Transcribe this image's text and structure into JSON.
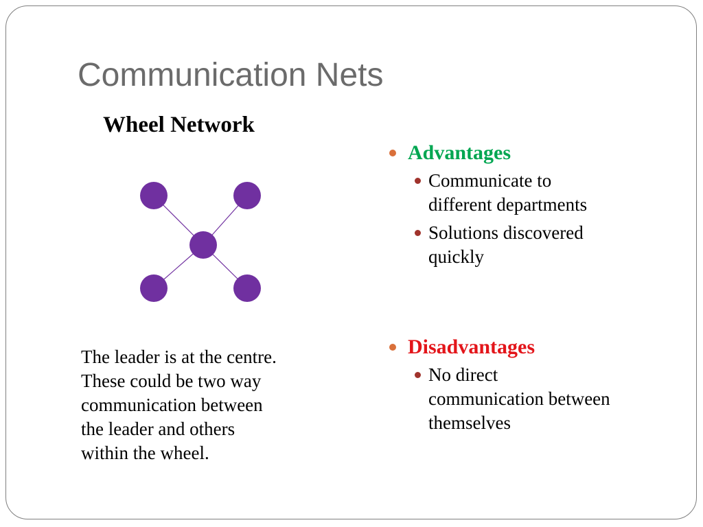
{
  "slide": {
    "title": "Communication Nets",
    "subtitle": "Wheel Network",
    "caption_lines": [
      "The leader is at the centre.",
      "These could be two way",
      "communication between",
      "the leader and others",
      "within the wheel."
    ]
  },
  "advantages": {
    "heading": "Advantages",
    "heading_color": "#00a651",
    "items": [
      {
        "lines": [
          "Communicate to",
          "different departments"
        ]
      },
      {
        "lines": [
          "Solutions discovered",
          "quickly"
        ]
      }
    ]
  },
  "disadvantages": {
    "heading": "Disadvantages",
    "heading_color": "#e3151a",
    "items": [
      {
        "lines": [
          "No direct",
          "communication between",
          "themselves"
        ]
      }
    ]
  },
  "colors": {
    "node": "#7030a0",
    "edge": "#7030a0",
    "bullet_level1": "#d9703a",
    "bullet_level2": "#a0332c",
    "title": "#6b6b6b"
  },
  "diagram": {
    "type": "wheel-network",
    "nodes": [
      "center",
      "top-left",
      "top-right",
      "bottom-left",
      "bottom-right"
    ],
    "edges": [
      [
        "center",
        "top-left"
      ],
      [
        "center",
        "top-right"
      ],
      [
        "center",
        "bottom-left"
      ],
      [
        "center",
        "bottom-right"
      ]
    ]
  }
}
